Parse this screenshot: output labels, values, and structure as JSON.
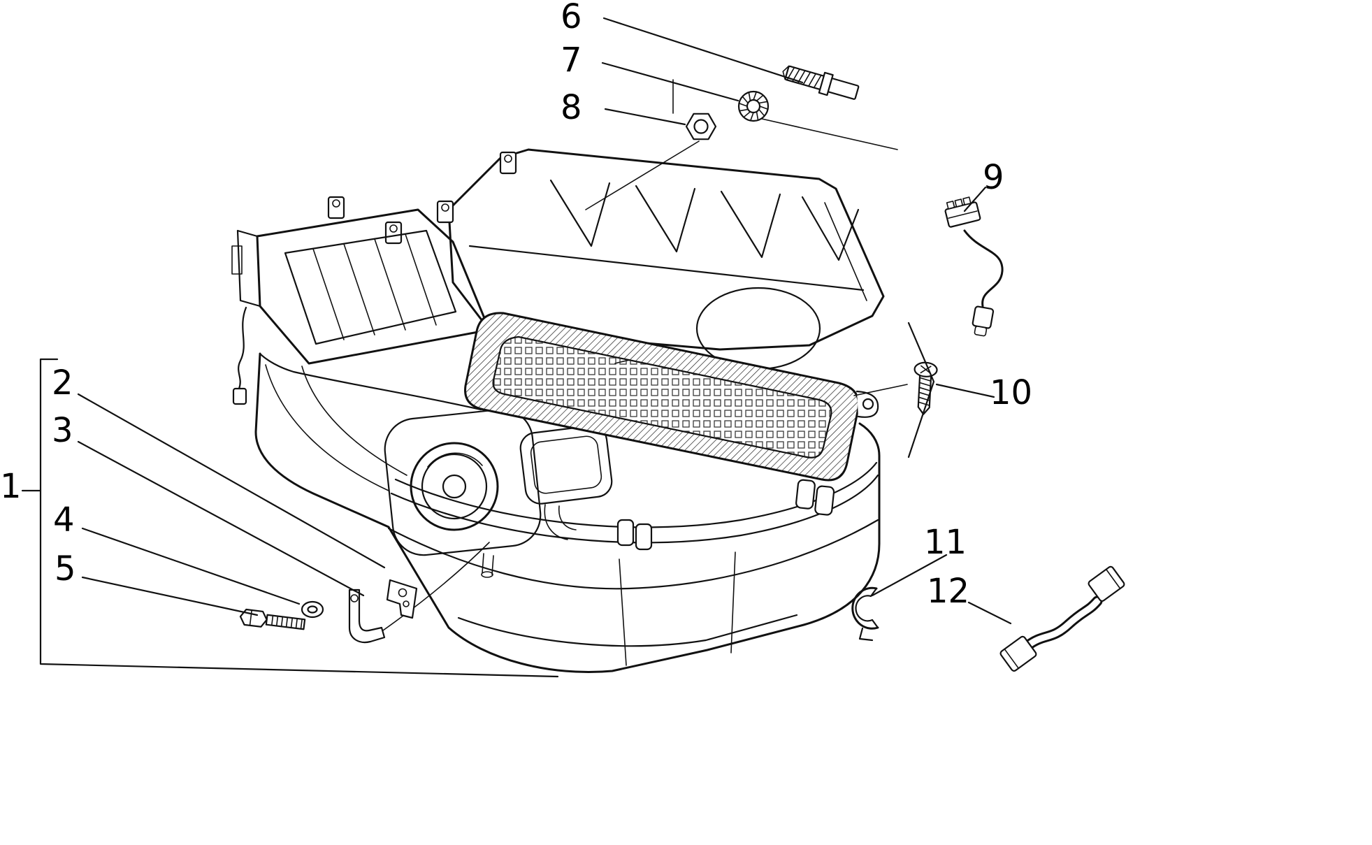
{
  "page": {
    "background_color": "#ffffff",
    "line_color": "#111111",
    "text_color": "#000000"
  },
  "callouts": [
    {
      "id": 1,
      "label": "1",
      "part": "heater-box-assembly"
    },
    {
      "id": 2,
      "label": "2",
      "part": "bracket-plate"
    },
    {
      "id": 3,
      "label": "3",
      "part": "support-bracket"
    },
    {
      "id": 4,
      "label": "4",
      "part": "washer"
    },
    {
      "id": 5,
      "label": "5",
      "part": "hex-bolt"
    },
    {
      "id": 6,
      "label": "6",
      "part": "threaded-stud"
    },
    {
      "id": 7,
      "label": "7",
      "part": "star-washer"
    },
    {
      "id": 8,
      "label": "8",
      "part": "hex-nut"
    },
    {
      "id": 9,
      "label": "9",
      "part": "wiring-connector"
    },
    {
      "id": 10,
      "label": "10",
      "part": "screw"
    },
    {
      "id": 11,
      "label": "11",
      "part": "clip-clamp"
    },
    {
      "id": 12,
      "label": "12",
      "part": "link-cable"
    }
  ]
}
